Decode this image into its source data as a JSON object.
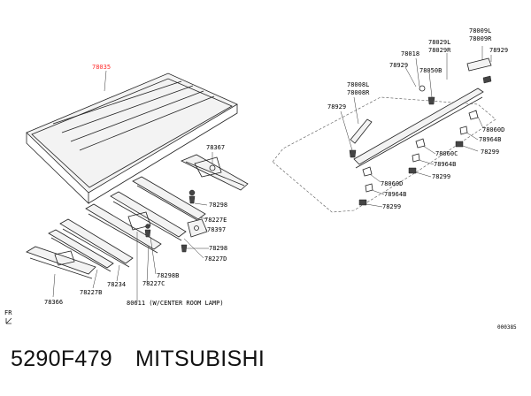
{
  "labels": {
    "roof_panel": "78035",
    "roof_bow_rear": "78367",
    "clip_a": "78298",
    "bracket_e": "78227E",
    "lamp_bracket": "78397",
    "clip_b": "78298",
    "bracket_d": "78227D",
    "clip_c": "78298B",
    "bracket_c": "78227C",
    "bow_center": "78234",
    "bracket_b": "78227B",
    "front_header": "78366",
    "center_lamp_note": "80611 (W/CENTER ROOM LAMP)",
    "drip_l": "78009L",
    "drip_r": "78009R",
    "rail_l": "78029L",
    "rail_r": "78029R",
    "rail_end": "78929",
    "bolt": "78018",
    "rail_cover": "78929",
    "clip_rail": "78050B",
    "moulding_l": "78008L",
    "moulding_r": "78008R",
    "moulding_end": "78929",
    "clip_d1": "78060D",
    "clip_b1": "78964B",
    "grommet_1": "78299",
    "clip_c2": "78060C",
    "clip_b2": "78964B",
    "grommet_2": "78299",
    "clip_d3": "78060D",
    "clip_b3": "78964B",
    "grommet_3": "78299",
    "fr_marker": "FR",
    "figure_code": "000385"
  },
  "caption": {
    "part_number": "5290F479",
    "brand": "MITSUBISHI"
  },
  "colors": {
    "highlight_label": "#ff2a2a",
    "line": "#222222",
    "background": "#ffffff"
  }
}
